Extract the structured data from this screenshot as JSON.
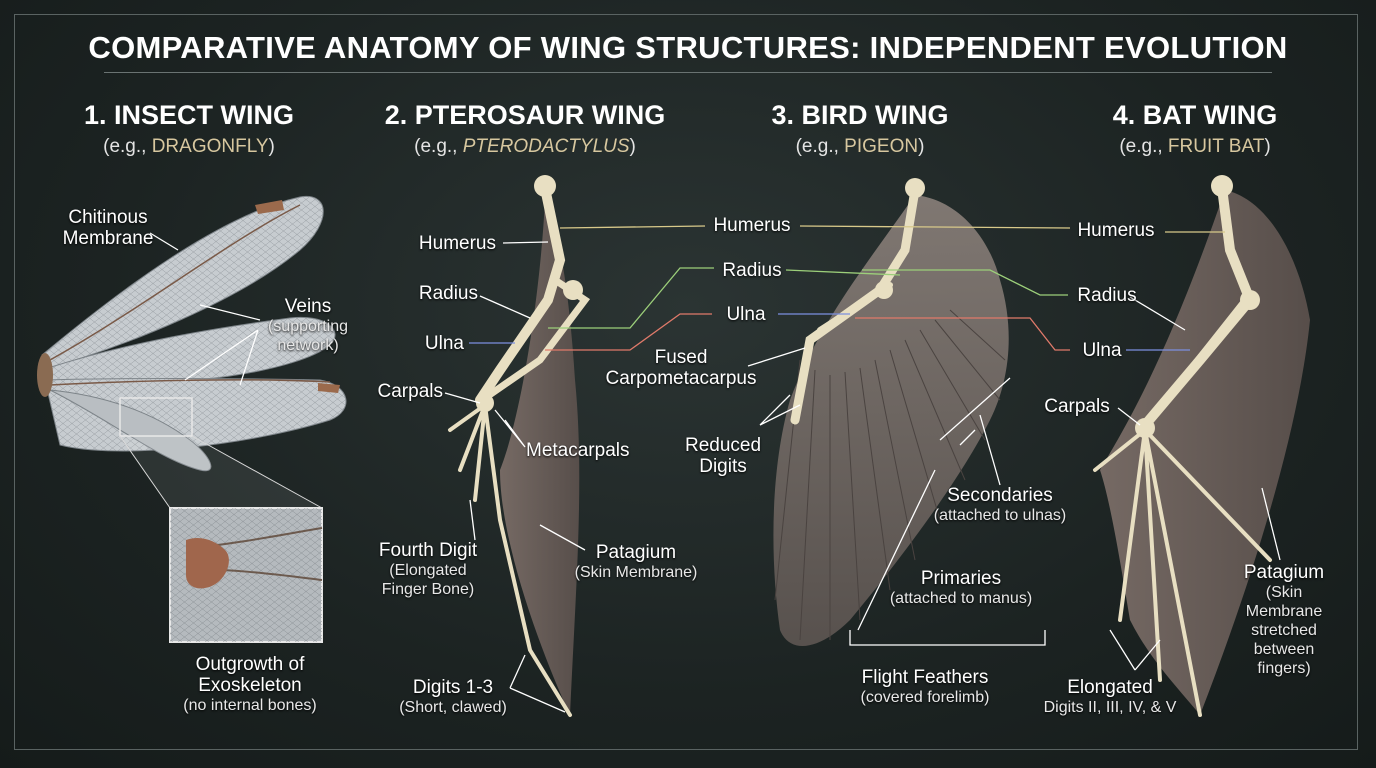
{
  "title": "COMPARATIVE ANATOMY OF WING STRUCTURES: INDEPENDENT EVOLUTION",
  "sections": {
    "insect": {
      "title": "1. INSECT WING",
      "sub_prefix": "(e.g., ",
      "sub_name": "DRAGONFLY",
      "sub_suffix": ")"
    },
    "pterosaur": {
      "title": "2. PTEROSAUR WING",
      "sub_prefix": "(e.g., ",
      "sub_name": "PTERODACTYLUS",
      "sub_suffix": ")"
    },
    "bird": {
      "title": "3. BIRD WING",
      "sub_prefix": "(e.g., ",
      "sub_name": "PIGEON",
      "sub_suffix": ")"
    },
    "bat": {
      "title": "4. BAT WING",
      "sub_prefix": "(e.g., ",
      "sub_name": "FRUIT BAT",
      "sub_suffix": ")"
    }
  },
  "labels": {
    "insect": {
      "chitinous_1": "Chitinous",
      "chitinous_2": "Membrane",
      "veins": "Veins",
      "veins_2": "(supporting",
      "veins_3": "network)",
      "outgrowth_1": "Outgrowth of",
      "outgrowth_2": "Exoskeleton",
      "outgrowth_3": "(no internal bones)"
    },
    "pterosaur": {
      "humerus": "Humerus",
      "radius": "Radius",
      "ulna": "Ulna",
      "carpals": "Carpals",
      "metacarpals": "Metacarpals",
      "fourth_1": "Fourth Digit",
      "fourth_2": "(Elongated",
      "fourth_3": "Finger Bone)",
      "patagium_1": "Patagium",
      "patagium_2": "(Skin Membrane)",
      "digits_1": "Digits 1-3",
      "digits_2": "(Short, clawed)"
    },
    "bird": {
      "humerus": "Humerus",
      "radius": "Radius",
      "ulna": "Ulna",
      "fused_1": "Fused",
      "fused_2": "Carpometacarpus",
      "reduced_1": "Reduced",
      "reduced_2": "Digits",
      "secondaries_1": "Secondaries",
      "secondaries_2": "(attached to ulnas)",
      "primaries_1": "Primaries",
      "primaries_2": "(attached to manus)",
      "flight_1": "Flight Feathers",
      "flight_2": "(covered forelimb)"
    },
    "bat": {
      "humerus": "Humerus",
      "radius": "Radius",
      "ulna": "Ulna",
      "carpals": "Carpals",
      "patagium_1": "Patagium",
      "patagium_2": "(Skin",
      "patagium_3": "Membrane",
      "patagium_4": "stretched",
      "patagium_5": "between",
      "patagium_6": "fingers)",
      "elongated_1": "Elongated",
      "elongated_2": "Digits II, III, IV, & V"
    }
  },
  "colors": {
    "humerus_line": "#d8c98a",
    "radius_line": "#9ccf7a",
    "ulna_line": "#e07a6a",
    "ulna_blue": "#7c8fe0",
    "bone": "#e8dfc2",
    "membrane": "#6b605c",
    "insect_wing": "#c7ccd0"
  }
}
